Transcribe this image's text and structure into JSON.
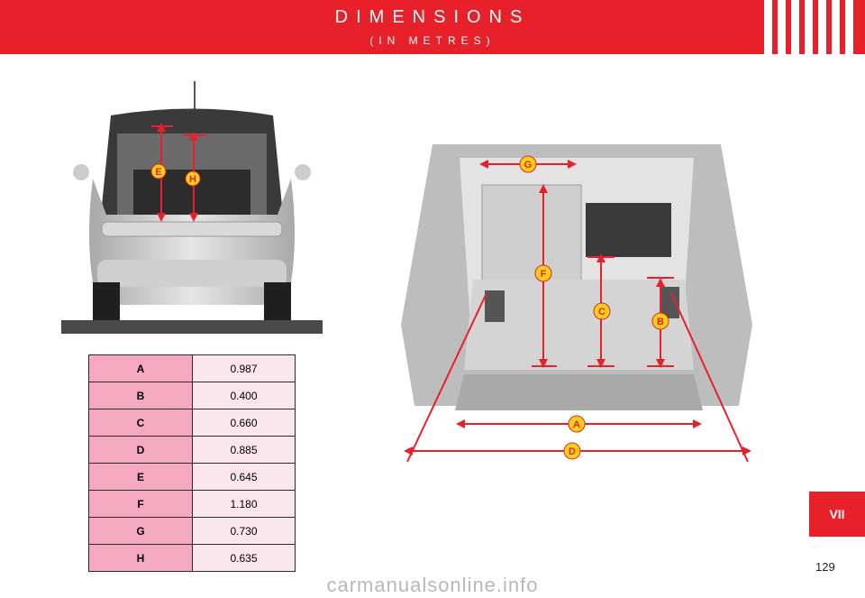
{
  "header": {
    "title": "DIMENSIONS",
    "subtitle": "(IN METRES)"
  },
  "colors": {
    "accent": "#e8202a",
    "key_cell": "#f4a9c1",
    "value_cell": "#fbe6ee",
    "marker": "#f7d117"
  },
  "rear_labels": [
    "E",
    "H"
  ],
  "boot_labels": [
    "G",
    "F",
    "C",
    "B",
    "A",
    "D"
  ],
  "dimensions": [
    {
      "key": "A",
      "value": "0.987"
    },
    {
      "key": "B",
      "value": "0.400"
    },
    {
      "key": "C",
      "value": "0.660"
    },
    {
      "key": "D",
      "value": "0.885"
    },
    {
      "key": "E",
      "value": "0.645"
    },
    {
      "key": "F",
      "value": "1.180"
    },
    {
      "key": "G",
      "value": "0.730"
    },
    {
      "key": "H",
      "value": "0.635"
    }
  ],
  "chapter_tab": "VII",
  "page_number": "129",
  "watermark": "carmanualsonline.info"
}
